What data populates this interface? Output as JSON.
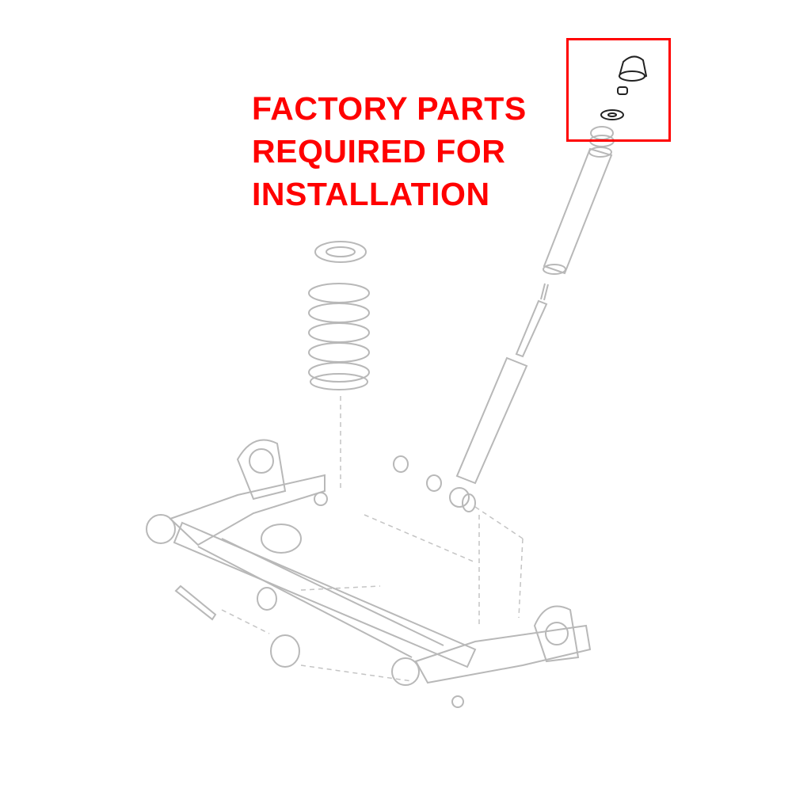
{
  "callout": {
    "lines": [
      "FACTORY PARTS",
      "REQUIRED FOR",
      "INSTALLATION"
    ]
  },
  "colors": {
    "callout_text": "#ff0000",
    "highlight_box": "#ff0000",
    "diagram_lines": "#b8b8b8"
  }
}
